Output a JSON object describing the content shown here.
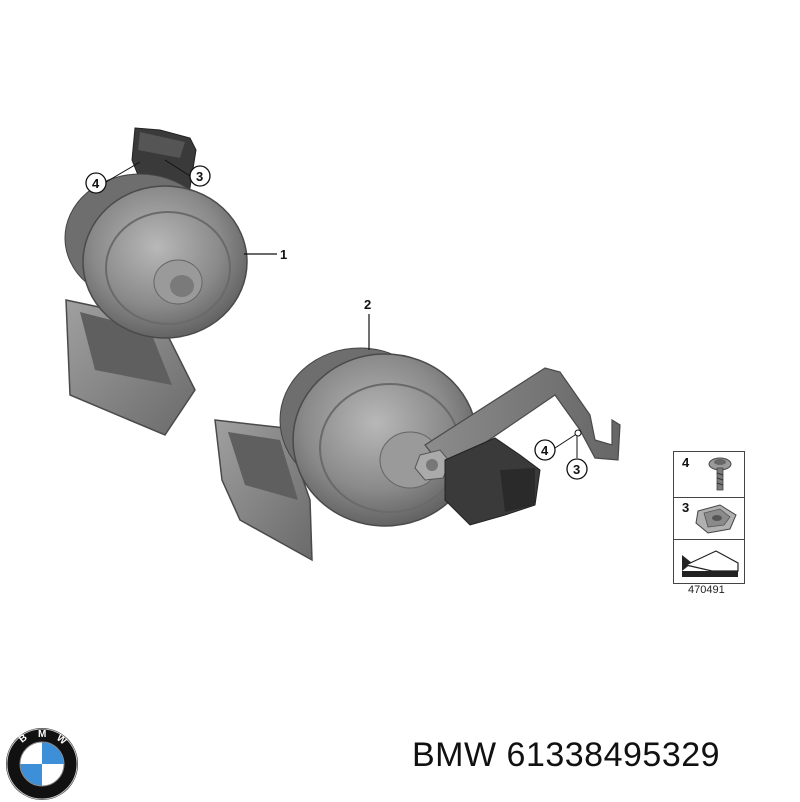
{
  "callouts": {
    "part_1": "1",
    "part_2": "2",
    "top_4": "4",
    "top_3": "3",
    "right_4": "4",
    "right_3": "3"
  },
  "legend": {
    "item_4": "4",
    "item_3": "3",
    "diagram_id": "470491"
  },
  "logo": {
    "letters": "BMW",
    "colors": {
      "ring": "#111111",
      "blue": "#3d8fd8",
      "white": "#ffffff"
    }
  },
  "caption": {
    "brand": "BMW",
    "part_number": "61338495329"
  },
  "colors": {
    "horn_body": "#8a8a8a",
    "horn_dark": "#555555",
    "bracket": "#777777",
    "connector": "#333333"
  }
}
